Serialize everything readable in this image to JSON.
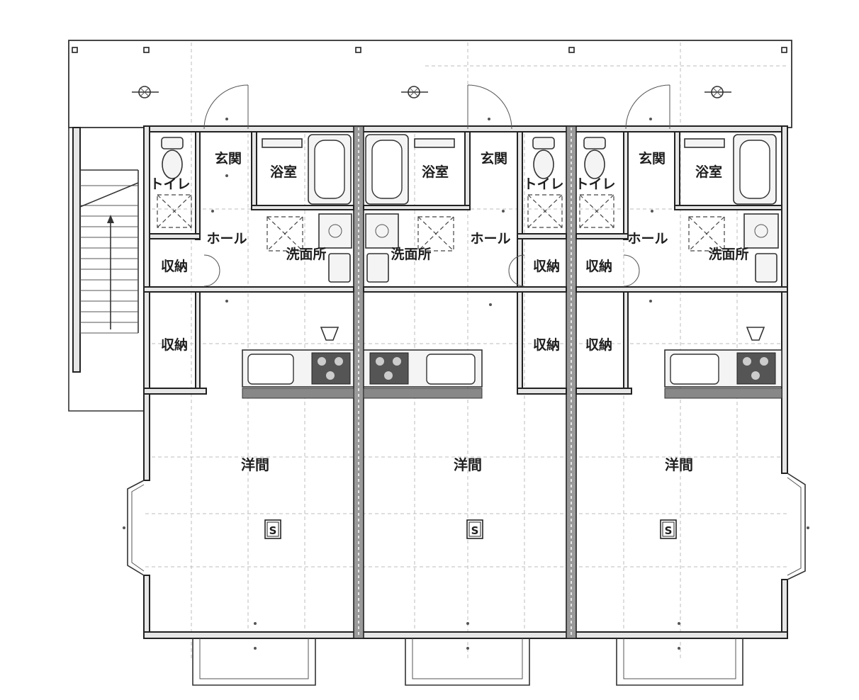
{
  "units": [
    {
      "rooms": {
        "toilet": "トイレ",
        "entrance": "玄関",
        "bath": "浴室",
        "hall": "ホール",
        "washroom": "洗面所",
        "storage_upper": "収納",
        "storage_lower": "収納",
        "living": "洋間"
      },
      "smoke_detector": "S"
    },
    {
      "rooms": {
        "toilet": "トイレ",
        "entrance": "玄関",
        "bath": "浴室",
        "hall": "ホール",
        "washroom": "洗面所",
        "storage_upper": "収納",
        "storage_lower": "収納",
        "living": "洋間"
      },
      "smoke_detector": "S"
    },
    {
      "rooms": {
        "toilet": "トイレ",
        "entrance": "玄関",
        "bath": "浴室",
        "hall": "ホール",
        "washroom": "洗面所",
        "storage_upper": "収納",
        "storage_lower": "収納",
        "living": "洋間"
      },
      "smoke_detector": "S"
    }
  ]
}
